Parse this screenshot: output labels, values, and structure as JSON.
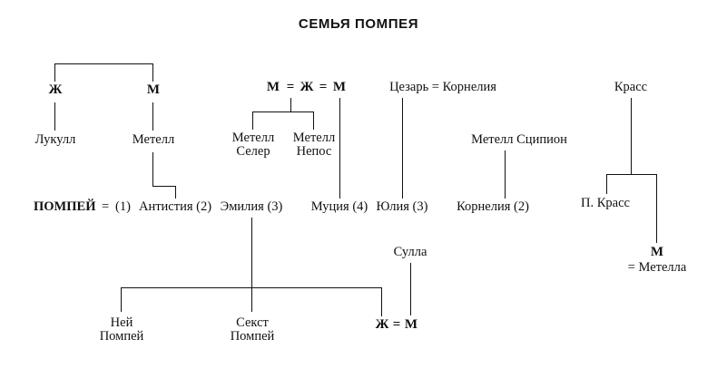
{
  "title": "СЕМЬЯ ПОМПЕЯ",
  "nodes": {
    "left_female": "Ж",
    "left_male": "М",
    "lucullus": "Лукулл",
    "metellus": "Метелл",
    "trio_male_left": "М",
    "trio_female": "Ж",
    "trio_male_right": "М",
    "trio_join_left": "=",
    "trio_join_right": "=",
    "metellus_celer": "Метелл\nСелер",
    "metellus_nepos": "Метелл\nНепос",
    "caesar_cornelia": "Цезарь = Корнелия",
    "metellus_scipio": "Метелл Сципион",
    "crassus": "Красс",
    "p_crassus": "П. Красс",
    "crassus_son_male": "М",
    "crassus_son_wife": "= Метелла",
    "pompey_row": "ПОМПЕЙ = (1)  Антистия (2)  Эмилия (3)",
    "pompey_name": "ПОМПЕЙ",
    "pompey_eq": "=",
    "wife_1_num": "(1)",
    "wife_antistia": "Антистия (2)",
    "wife_aemilia": "Эмилия (3)",
    "wife_mucia": "Муция (4)",
    "wife_julia": "Юлия (3)",
    "wife_cornelia": "Корнелия (2)",
    "sulla": "Сулла",
    "sulla_daughter": "Ж",
    "sulla_eq": "=",
    "sulla_son_male": "М",
    "gnaeus_pompey": "Ней\nПомпей",
    "sextus_pompey": "Секст\nПомпей"
  },
  "colors": {
    "ink": "#111111",
    "background": "#ffffff"
  }
}
